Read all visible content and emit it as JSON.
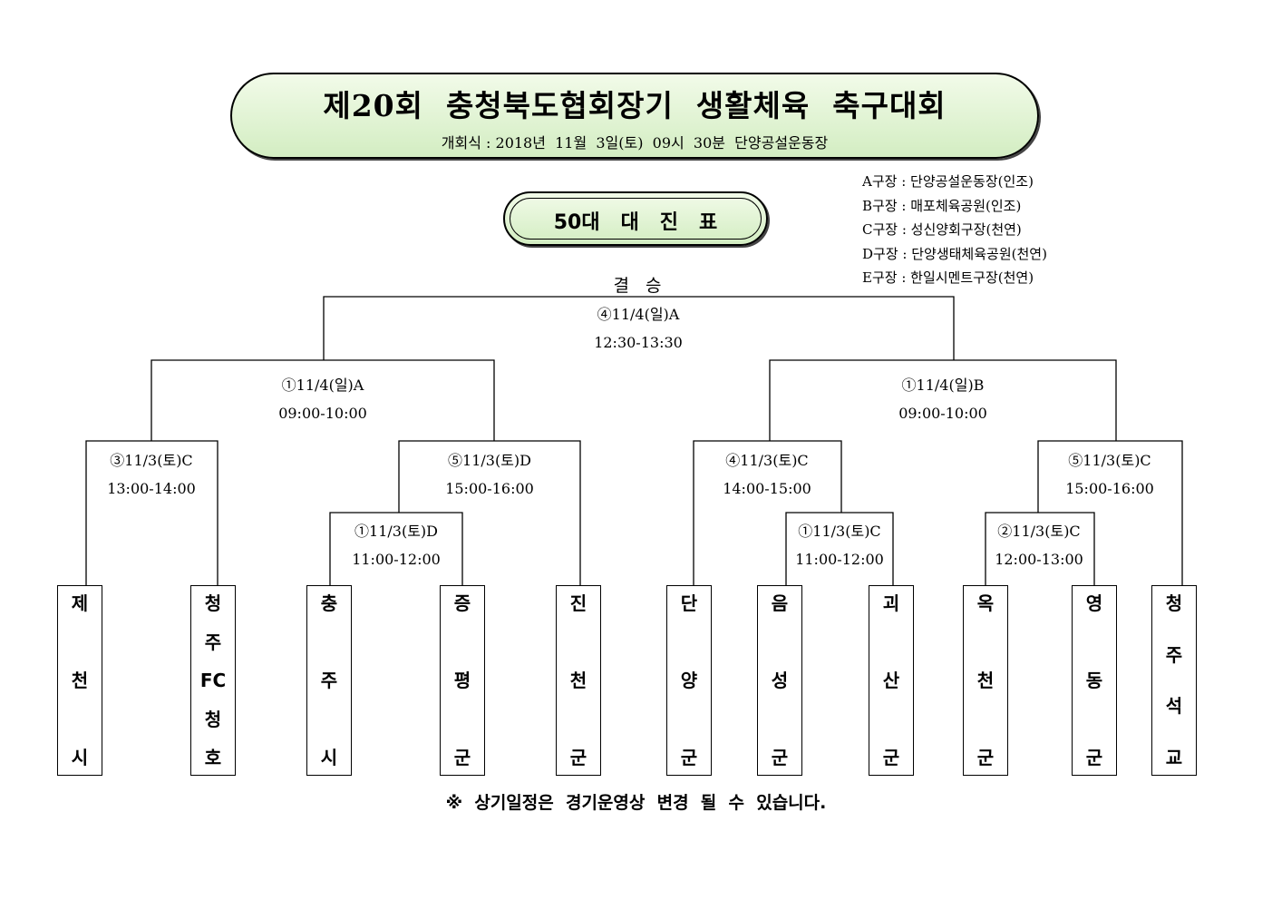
{
  "header": {
    "title": "제20회  충청북도협회장기  생활체육  축구대회",
    "subtitle": "개회식 : 2018년  11월  3일(토)  09시  30분  단양공설운동장"
  },
  "division_title": "50대   대   진   표",
  "venues": [
    "A구장 : 단양공설운동장(인조)",
    "B구장 : 매포체육공원(인조)",
    "C구장 : 성신양회구장(천연)",
    "D구장 : 단양생태체육공원(천연)",
    "E구장 : 한일시멘트구장(천연)"
  ],
  "final_label": "결  승",
  "matches": {
    "final": {
      "info": "④11/4(일)A",
      "time": "12:30-13:30"
    },
    "semi_left": {
      "info": "①11/4(일)A",
      "time": "09:00-10:00"
    },
    "semi_right": {
      "info": "①11/4(일)B",
      "time": "09:00-10:00"
    },
    "qf1": {
      "info": "③11/3(토)C",
      "time": "13:00-14:00"
    },
    "qf2": {
      "info": "⑤11/3(토)D",
      "time": "15:00-16:00"
    },
    "qf3": {
      "info": "④11/3(토)C",
      "time": "14:00-15:00"
    },
    "qf4": {
      "info": "⑤11/3(토)C",
      "time": "15:00-16:00"
    },
    "r1_a": {
      "info": "①11/3(토)D",
      "time": "11:00-12:00"
    },
    "r1_b": {
      "info": "①11/3(토)C",
      "time": "11:00-12:00"
    },
    "r1_c": {
      "info": "②11/3(토)C",
      "time": "12:00-13:00"
    }
  },
  "teams": [
    [
      "제",
      "천",
      "시"
    ],
    [
      "청",
      "주",
      "FC",
      "청",
      "호"
    ],
    [
      "충",
      "주",
      "시"
    ],
    [
      "증",
      "평",
      "군"
    ],
    [
      "진",
      "천",
      "군"
    ],
    [
      "단",
      "양",
      "군"
    ],
    [
      "음",
      "성",
      "군"
    ],
    [
      "괴",
      "산",
      "군"
    ],
    [
      "옥",
      "천",
      "군"
    ],
    [
      "영",
      "동",
      "군"
    ],
    [
      "청",
      "주",
      "석",
      "교"
    ]
  ],
  "note": "※  상기일정은  경기운영상  변경  될  수  있습니다."
}
